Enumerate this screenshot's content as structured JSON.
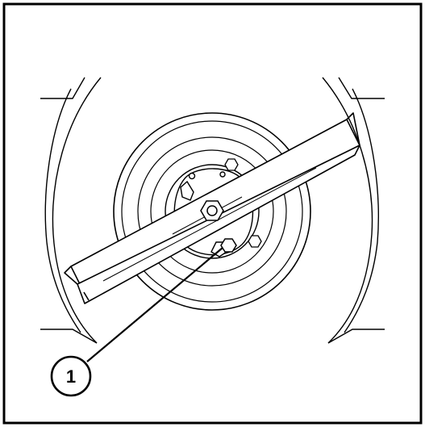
{
  "diagram": {
    "callouts": [
      {
        "label": "1"
      }
    ],
    "colors": {
      "line": "#000000",
      "background": "#ffffff"
    },
    "components": [
      "mower-deck-housing",
      "blade-spindle-pulley",
      "mower-blade",
      "blade-nut",
      "hex-bolt"
    ]
  }
}
